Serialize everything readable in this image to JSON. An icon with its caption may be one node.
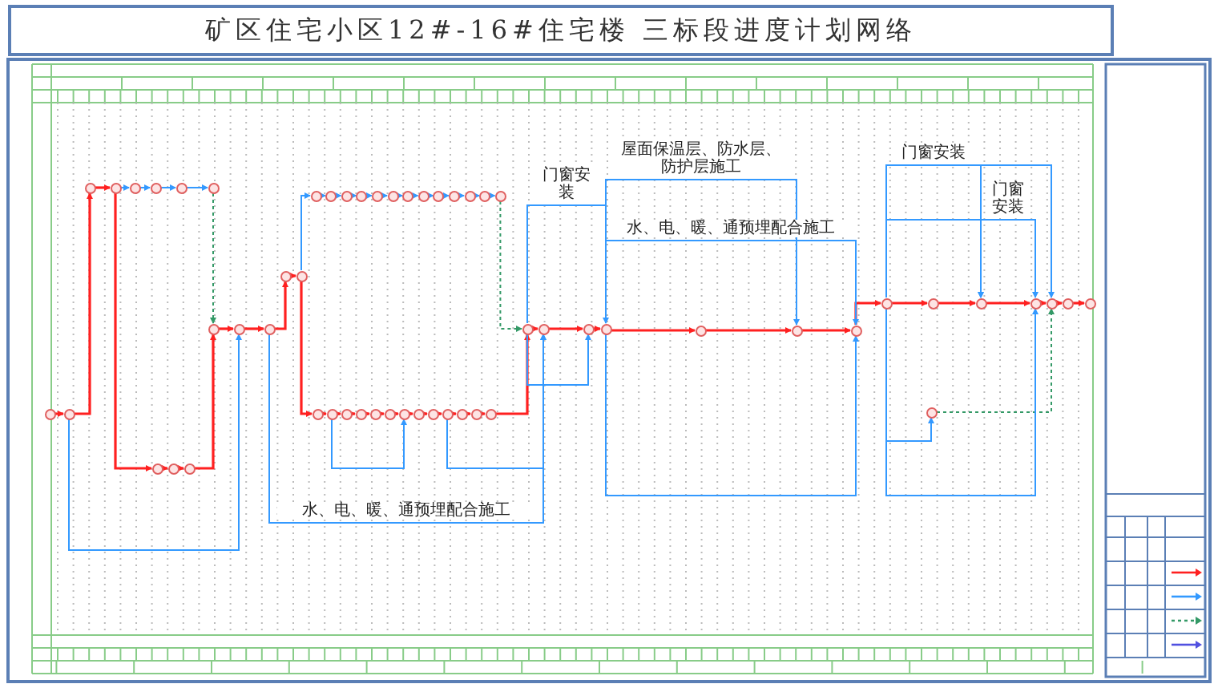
{
  "diagram": {
    "title": "矿区住宅小区12#-16#住宅楼 三标段进度计划网络",
    "nodes": [
      {
        "text": [],
        "shape": "circle"
      },
      {
        "text": [],
        "shape": "circle"
      },
      {
        "text": [],
        "shape": "circle"
      },
      {
        "text": [],
        "shape": "circle"
      },
      {
        "text": [],
        "shape": "circle"
      },
      {
        "text": [],
        "shape": "circle"
      },
      {
        "text": [],
        "shape": "circle"
      },
      {
        "text": [],
        "shape": "circle"
      },
      {
        "text": [],
        "shape": "circle"
      },
      {
        "text": [],
        "shape": "circle"
      },
      {
        "text": [],
        "shape": "circle"
      },
      {
        "text": [],
        "shape": "circle"
      },
      {
        "text": [],
        "shape": "circle"
      },
      {
        "text": [],
        "shape": "circle"
      },
      {
        "text": [],
        "shape": "circle"
      },
      {
        "text": [],
        "shape": "circle"
      },
      {
        "text": [],
        "shape": "circle"
      },
      {
        "text": [],
        "shape": "circle"
      },
      {
        "text": [],
        "shape": "circle"
      },
      {
        "text": [],
        "shape": "circle"
      },
      {
        "text": [],
        "shape": "circle"
      },
      {
        "text": [],
        "shape": "circle"
      },
      {
        "text": [],
        "shape": "circle"
      },
      {
        "text": [],
        "shape": "circle"
      },
      {
        "text": [],
        "shape": "circle"
      },
      {
        "text": [],
        "shape": "circle"
      },
      {
        "text": [],
        "shape": "circle"
      },
      {
        "text": [],
        "shape": "circle"
      },
      {
        "text": [],
        "shape": "circle"
      },
      {
        "text": [],
        "shape": "circle"
      },
      {
        "text": [],
        "shape": "circle"
      },
      {
        "text": [],
        "shape": "circle"
      },
      {
        "text": [],
        "shape": "circle"
      },
      {
        "text": [],
        "shape": "circle"
      },
      {
        "text": [],
        "shape": "circle"
      },
      {
        "text": [],
        "shape": "circle"
      },
      {
        "text": [],
        "shape": "circle"
      },
      {
        "text": [],
        "shape": "circle"
      },
      {
        "text": [],
        "shape": "circle"
      },
      {
        "text": [],
        "shape": "circle"
      },
      {
        "text": [],
        "shape": "circle"
      },
      {
        "text": [],
        "shape": "circle"
      },
      {
        "text": [],
        "shape": "circle"
      },
      {
        "text": [],
        "shape": "circle"
      },
      {
        "text": [],
        "shape": "circle"
      },
      {
        "text": [],
        "shape": "circle"
      },
      {
        "text": [],
        "shape": "circle"
      },
      {
        "text": [],
        "shape": "circle"
      },
      {
        "text": [],
        "shape": "circle"
      },
      {
        "text": [],
        "shape": "circle"
      },
      {
        "text": [],
        "shape": "circle"
      },
      {
        "text": [],
        "shape": "circle"
      },
      {
        "text": [],
        "shape": "circle"
      },
      {
        "text": [],
        "shape": "circle"
      },
      {
        "text": [],
        "shape": "circle"
      },
      {
        "text": [],
        "shape": "circle"
      },
      {
        "text": [],
        "shape": "circle"
      }
    ],
    "edges": [
      {
        "from": 0,
        "to": 1,
        "arrow": "to",
        "color": "#ff2020"
      },
      {
        "from": 1,
        "to": 2,
        "arrow": "to",
        "color": "#ff2020"
      },
      {
        "from": 2,
        "to": 3,
        "arrow": "to",
        "color": "#ff2020"
      },
      {
        "from": 3,
        "to": 8,
        "arrow": "to",
        "color": "#ff2020"
      },
      {
        "from": 8,
        "to": 9,
        "arrow": "to",
        "color": "#ff2020"
      },
      {
        "from": 9,
        "to": 10,
        "arrow": "to",
        "color": "#ff2020"
      },
      {
        "from": 10,
        "to": 11,
        "arrow": "to",
        "color": "#ff2020"
      },
      {
        "from": 11,
        "to": 12,
        "arrow": "to",
        "color": "#ff2020"
      },
      {
        "from": 12,
        "to": 13,
        "arrow": "to",
        "color": "#ff2020"
      },
      {
        "from": 13,
        "to": 14,
        "arrow": "to",
        "color": "#ff2020"
      },
      {
        "from": 14,
        "to": 15,
        "arrow": "to",
        "color": "#ff2020"
      },
      {
        "from": 15,
        "to": 29,
        "arrow": "to",
        "color": "#ff2020"
      },
      {
        "from": 29,
        "to": 30,
        "arrow": "to",
        "color": "#ff2020"
      },
      {
        "from": 30,
        "to": 31,
        "arrow": "to",
        "color": "#ff2020"
      },
      {
        "from": 31,
        "to": 32,
        "arrow": "to",
        "color": "#ff2020"
      },
      {
        "from": 32,
        "to": 33,
        "arrow": "to",
        "color": "#ff2020"
      },
      {
        "from": 33,
        "to": 34,
        "arrow": "to",
        "color": "#ff2020"
      },
      {
        "from": 34,
        "to": 35,
        "arrow": "to",
        "color": "#ff2020"
      },
      {
        "from": 35,
        "to": 36,
        "arrow": "to",
        "color": "#ff2020"
      },
      {
        "from": 36,
        "to": 37,
        "arrow": "to",
        "color": "#ff2020"
      },
      {
        "from": 37,
        "to": 38,
        "arrow": "to",
        "color": "#ff2020"
      },
      {
        "from": 38,
        "to": 39,
        "arrow": "to",
        "color": "#ff2020"
      },
      {
        "from": 39,
        "to": 40,
        "arrow": "to",
        "color": "#ff2020"
      },
      {
        "from": 40,
        "to": 41,
        "arrow": "to",
        "color": "#ff2020"
      },
      {
        "from": 41,
        "to": 42,
        "arrow": "to",
        "color": "#ff2020"
      },
      {
        "from": 42,
        "to": 43,
        "arrow": "to",
        "color": "#ff2020"
      },
      {
        "from": 43,
        "to": 44,
        "arrow": "to",
        "color": "#ff2020"
      },
      {
        "from": 44,
        "to": 45,
        "arrow": "to",
        "color": "#ff2020"
      },
      {
        "from": 45,
        "to": 46,
        "arrow": "to",
        "color": "#ff2020"
      },
      {
        "from": 46,
        "to": 47,
        "arrow": "to",
        "color": "#ff2020"
      },
      {
        "from": 47,
        "to": 48,
        "arrow": "to",
        "color": "#ff2020"
      },
      {
        "from": 48,
        "to": 49,
        "arrow": "to",
        "color": "#ff2020"
      },
      {
        "from": 49,
        "to": 50,
        "arrow": "to",
        "color": "#ff2020"
      },
      {
        "from": 50,
        "to": 51,
        "arrow": "to",
        "color": "#ff2020"
      },
      {
        "from": 51,
        "to": 52,
        "arrow": "to",
        "color": "#ff2020"
      },
      {
        "from": 52,
        "to": 53,
        "arrow": "to",
        "color": "#ff2020"
      },
      {
        "from": 53,
        "to": 54,
        "arrow": "to",
        "color": "#ff2020"
      },
      {
        "from": 54,
        "to": 55,
        "arrow": "to",
        "color": "#ff2020"
      },
      {
        "from": 3,
        "to": 4,
        "arrow": "to",
        "color": "#3399ff"
      },
      {
        "from": 4,
        "to": 5,
        "arrow": "to",
        "color": "#3399ff"
      },
      {
        "from": 5,
        "to": 6,
        "arrow": "to",
        "color": "#3399ff"
      },
      {
        "from": 6,
        "to": 7,
        "arrow": "to",
        "color": "#3399ff"
      },
      {
        "from": 7,
        "to": 11,
        "arrow": "to",
        "style": "dashed",
        "color": "#339966"
      },
      {
        "from": 15,
        "to": 16,
        "arrow": "to",
        "color": "#3399ff"
      },
      {
        "from": 16,
        "to": 17,
        "arrow": "to",
        "color": "#3399ff"
      },
      {
        "from": 17,
        "to": 18,
        "arrow": "to",
        "color": "#3399ff"
      },
      {
        "from": 18,
        "to": 19,
        "arrow": "to",
        "color": "#3399ff"
      },
      {
        "from": 19,
        "to": 20,
        "arrow": "to",
        "color": "#3399ff"
      },
      {
        "from": 20,
        "to": 21,
        "arrow": "to",
        "color": "#3399ff"
      },
      {
        "from": 21,
        "to": 22,
        "arrow": "to",
        "color": "#3399ff"
      },
      {
        "from": 22,
        "to": 23,
        "arrow": "to",
        "color": "#3399ff"
      },
      {
        "from": 23,
        "to": 24,
        "arrow": "to",
        "color": "#3399ff"
      },
      {
        "from": 24,
        "to": 25,
        "arrow": "to",
        "color": "#3399ff"
      },
      {
        "from": 25,
        "to": 26,
        "arrow": "to",
        "color": "#3399ff"
      },
      {
        "from": 26,
        "to": 27,
        "arrow": "to",
        "color": "#3399ff"
      },
      {
        "from": 27,
        "to": 28,
        "arrow": "to",
        "color": "#3399ff"
      },
      {
        "from": 28,
        "to": 42,
        "arrow": "to",
        "style": "dashed",
        "color": "#339966"
      },
      {
        "from": 1,
        "to": 12,
        "arrow": "to",
        "color": "#3399ff"
      },
      {
        "from": 13,
        "to": 43,
        "arrow": "to",
        "label": "水、电、暖、通预埋配合施工",
        "color": "#3399ff"
      },
      {
        "from": 30,
        "to": 35,
        "arrow": "to",
        "color": "#3399ff"
      },
      {
        "from": 38,
        "to": 43,
        "arrow": "to",
        "color": "#3399ff"
      },
      {
        "from": 42,
        "to": 44,
        "arrow": "to",
        "color": "#3399ff"
      },
      {
        "from": 42,
        "to": 45,
        "arrow": "to",
        "label": "门窗安装",
        "color": "#3399ff"
      },
      {
        "from": 45,
        "to": 47,
        "arrow": "to",
        "label": "屋面保温层、防水层、防护层施工",
        "color": "#3399ff"
      },
      {
        "from": 45,
        "to": 48,
        "arrow": "to",
        "label": "水、电、暖、通预埋配合施工",
        "color": "#3399ff"
      },
      {
        "from": 45,
        "to": 48,
        "arrow": "to",
        "color": "#3399ff"
      },
      {
        "from": 49,
        "to": 51,
        "arrow": "to",
        "label": "门窗安装",
        "color": "#3399ff"
      },
      {
        "from": 51,
        "to": 53,
        "arrow": "to",
        "color": "#3399ff"
      },
      {
        "from": 49,
        "to": 51,
        "arrow": "to",
        "color": "#3399ff"
      },
      {
        "from": 51,
        "to": 52,
        "arrow": "to",
        "label": "门窗安装",
        "color": "#3399ff"
      },
      {
        "from": 49,
        "to": 56,
        "arrow": "to",
        "color": "#3399ff"
      },
      {
        "from": 56,
        "to": 53,
        "arrow": "to",
        "style": "dashed",
        "color": "#339966"
      },
      {
        "from": 49,
        "to": 52,
        "arrow": "to",
        "color": "#3399ff"
      }
    ]
  }
}
